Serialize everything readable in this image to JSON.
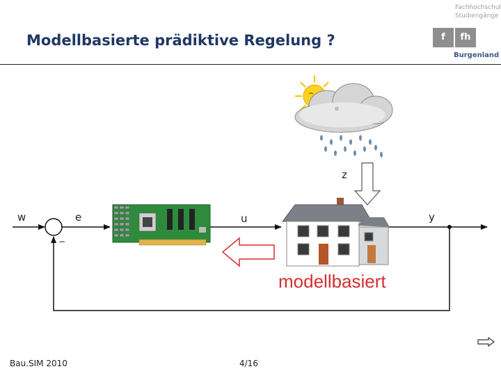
{
  "slide": {
    "title": "Modellbasierte prädiktive Regelung ?",
    "footer_left": "Bau.SIM 2010",
    "footer_center": "4/16"
  },
  "logo": {
    "line1": "Fachhochschul",
    "line2": "Studiengänge",
    "box_left": "f",
    "box_right": "fh",
    "region": "Burgenland"
  },
  "diagram": {
    "signal_w": "w",
    "signal_e": "e",
    "signal_u": "u",
    "signal_y": "y",
    "signal_z": "z",
    "minus_sign": "−",
    "model_label": "modellbasiert"
  },
  "icons": [
    "sun-cloud-rain-icon",
    "controller-board-icon",
    "house-icon",
    "next-slide-arrow-icon"
  ],
  "colors": {
    "title": "#1f3864",
    "model_text": "#d62e2e",
    "board": "#2e8b3d",
    "cloud": "#cfcfcf"
  }
}
